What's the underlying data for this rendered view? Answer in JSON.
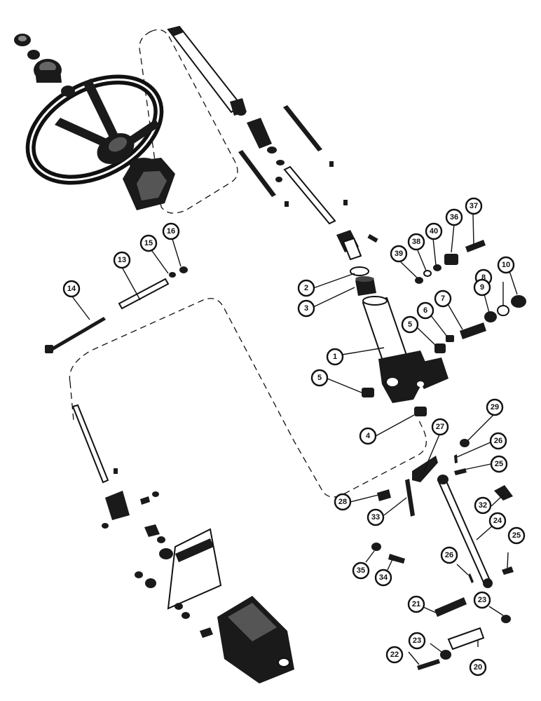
{
  "callouts": [
    {
      "id": "c1",
      "label": "1"
    },
    {
      "id": "c2",
      "label": "2"
    },
    {
      "id": "c3",
      "label": "3"
    },
    {
      "id": "c4",
      "label": "4"
    },
    {
      "id": "c5a",
      "label": "5"
    },
    {
      "id": "c5b",
      "label": "5"
    },
    {
      "id": "c6",
      "label": "6"
    },
    {
      "id": "c7",
      "label": "7"
    },
    {
      "id": "c8",
      "label": "8"
    },
    {
      "id": "c9",
      "label": "9"
    },
    {
      "id": "c10",
      "label": "10"
    },
    {
      "id": "c13",
      "label": "13"
    },
    {
      "id": "c14",
      "label": "14"
    },
    {
      "id": "c15",
      "label": "15"
    },
    {
      "id": "c16",
      "label": "16"
    },
    {
      "id": "c20",
      "label": "20"
    },
    {
      "id": "c21",
      "label": "21"
    },
    {
      "id": "c22",
      "label": "22"
    },
    {
      "id": "c23a",
      "label": "23"
    },
    {
      "id": "c23b",
      "label": "23"
    },
    {
      "id": "c24",
      "label": "24"
    },
    {
      "id": "c25a",
      "label": "25"
    },
    {
      "id": "c25b",
      "label": "25"
    },
    {
      "id": "c26a",
      "label": "26"
    },
    {
      "id": "c26b",
      "label": "26"
    },
    {
      "id": "c27",
      "label": "27"
    },
    {
      "id": "c28",
      "label": "28"
    },
    {
      "id": "c29",
      "label": "29"
    },
    {
      "id": "c32",
      "label": "32"
    },
    {
      "id": "c33",
      "label": "33"
    },
    {
      "id": "c34",
      "label": "34"
    },
    {
      "id": "c35",
      "label": "35"
    },
    {
      "id": "c36",
      "label": "36"
    },
    {
      "id": "c37",
      "label": "37"
    },
    {
      "id": "c38",
      "label": "38"
    },
    {
      "id": "c39",
      "label": "39"
    },
    {
      "id": "c40",
      "label": "40"
    }
  ]
}
